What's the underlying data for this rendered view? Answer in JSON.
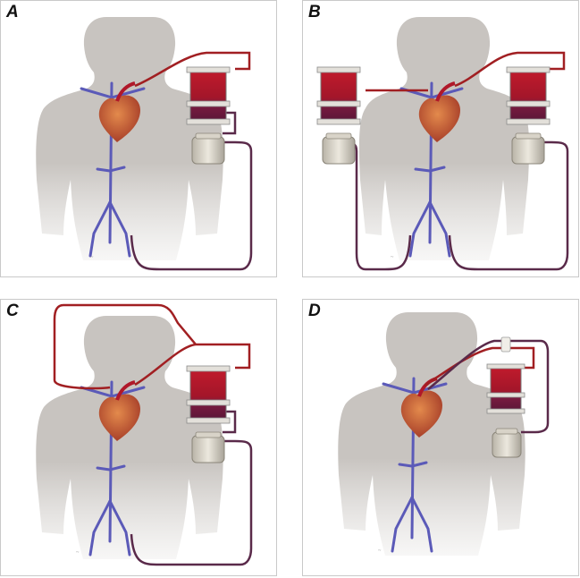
{
  "panels": [
    {
      "id": "A",
      "label": "A",
      "mode": "femoral"
    },
    {
      "id": "B",
      "label": "B",
      "mode": "dual"
    },
    {
      "id": "C",
      "label": "C",
      "mode": "split"
    },
    {
      "id": "D",
      "label": "D",
      "mode": "central"
    }
  ],
  "colors": {
    "body": "#c8c4c0",
    "artery_line": "#a11f22",
    "vein_line": "#5a2a4a",
    "vein_vessel": "#5b5ab8",
    "reservoir_top": "#b0182a",
    "reservoir_bottom": "#6c1a44",
    "pump": "#d6d2c8",
    "heart": "#c75a34",
    "panel_border": "#c9c9c9"
  },
  "icons": [
    "human-silhouette",
    "heart-icon",
    "oxygenator-reservoir-icon",
    "pump-icon",
    "signature-mark"
  ]
}
